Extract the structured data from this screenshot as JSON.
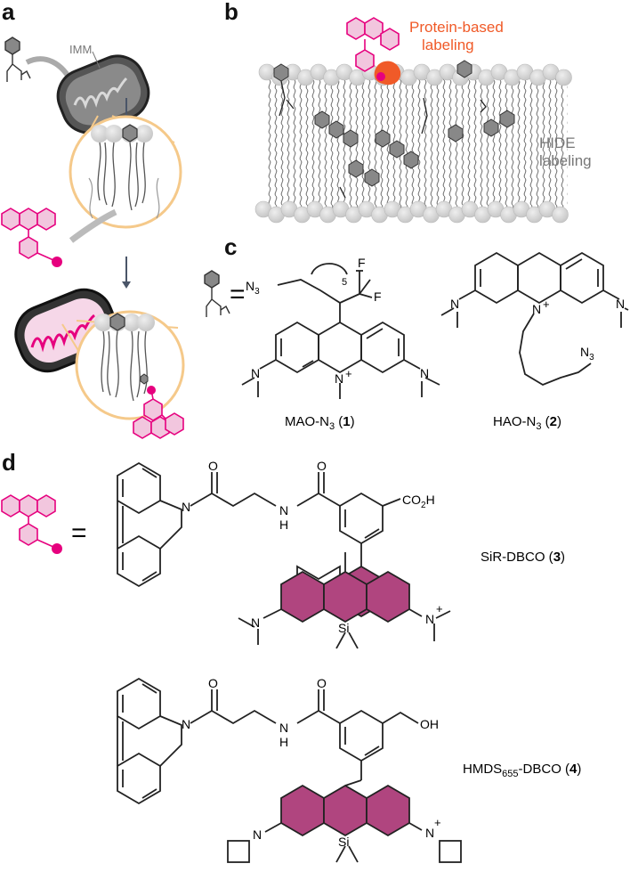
{
  "panels": {
    "a": "a",
    "b": "b",
    "c": "c",
    "d": "d"
  },
  "panel_a": {
    "imm_label": "IMM"
  },
  "panel_b": {
    "protein_label_line1": "Protein-based",
    "protein_label_line2": "labeling",
    "hide_label_line1": "HIDE",
    "hide_label_line2": "labeling"
  },
  "panel_c": {
    "equals": "=",
    "compound1": {
      "name": "MAO-N",
      "sub": "3",
      "num": "1"
    },
    "compound2": {
      "name": "HAO-N",
      "sub": "3",
      "num": "2"
    },
    "atoms": {
      "n3": "N",
      "n3_sub": "3",
      "f": "F",
      "five": "5",
      "n": "N",
      "plus": "+"
    }
  },
  "panel_d": {
    "equals": "=",
    "compound3": {
      "name": "SiR-DBCO",
      "num": "3"
    },
    "compound4": {
      "name": "HMDS",
      "sub": "655",
      "suffix": "-DBCO",
      "num": "4"
    },
    "atoms": {
      "o": "O",
      "n": "N",
      "h": "H",
      "co2h": "CO",
      "co2h_sub": "2",
      "co2h_end": "H",
      "oh": "OH",
      "si": "Si",
      "plus": "+"
    }
  },
  "colors": {
    "magenta": "#e6007e",
    "magenta_fill": "#f2c6de",
    "dye_fill": "#b0457f",
    "orange": "#f05a28",
    "gray_lipid": "#cfcfcf",
    "hex_gray": "#8a8a8a",
    "beige": "#f5c98a"
  }
}
